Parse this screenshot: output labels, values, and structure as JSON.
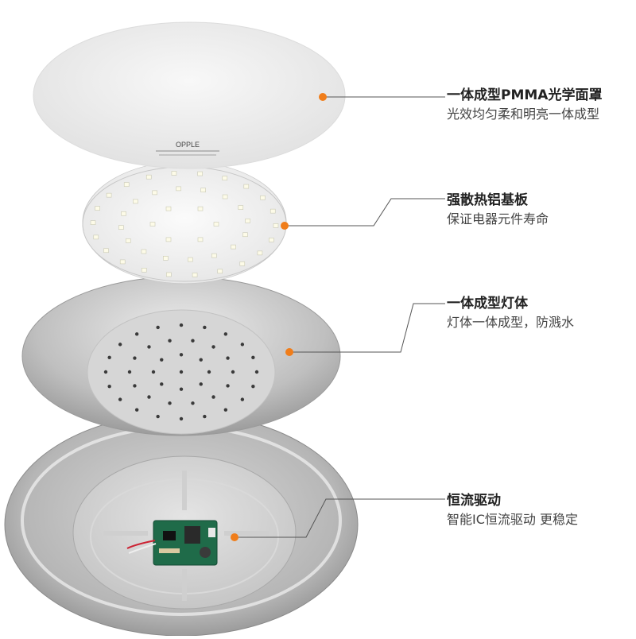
{
  "cover": {
    "brand": "OPPLE"
  },
  "callouts": [
    {
      "title": "一体成型PMMA光学面罩",
      "desc": "光效均匀柔和明亮一体成型"
    },
    {
      "title": "强散热铝基板",
      "desc": "保证电器元件寿命"
    },
    {
      "title": "一体成型灯体",
      "desc": "灯体一体成型，防溅水"
    },
    {
      "title": "恒流驱动",
      "desc": "智能IC恒流驱动 更稳定"
    }
  ],
  "colors": {
    "accent": "#f07d1a",
    "leader": "#555555"
  }
}
